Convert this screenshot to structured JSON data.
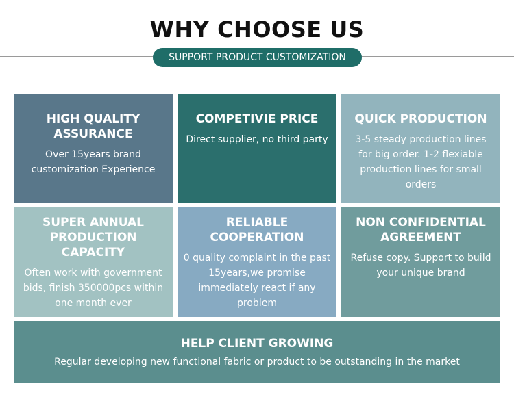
{
  "header": {
    "title": "WHY CHOOSE US",
    "subtitle": "SUPPORT PRODUCT CUSTOMIZATION"
  },
  "cards": [
    {
      "title": "HIGH QUALITY ASSURANCE",
      "text": "Over 15years brand customization Experience"
    },
    {
      "title": "COMPETIVIE PRICE",
      "text": "Direct supplier, no third party"
    },
    {
      "title": "QUICK PRODUCTION",
      "text": "3-5 steady production lines for big order. 1-2 flexiable production lines for small orders"
    },
    {
      "title": "SUPER ANNUAL PRODUCTION CAPACITY",
      "text": "Often work with government bids, finish 350000pcs within one month ever"
    },
    {
      "title": "RELIABLE COOPERATION",
      "text": "0 quality complaint in the past 15years,we promise immediately react if any problem"
    },
    {
      "title": "NON CONFIDENTIAL AGREEMENT",
      "text": "Refuse copy. Support to build your unique brand"
    },
    {
      "title": "HELP CLIENT GROWING",
      "text": "Regular developing new functional fabric or product to be outstanding in the market"
    }
  ],
  "colors": {
    "accent": "#1f6d68",
    "card_1": "#59778a",
    "card_2": "#2b6f6d",
    "card_3": "#92b4bd",
    "card_4": "#a2c2c2",
    "card_5": "#87aac2",
    "card_6": "#709c9d",
    "card_7": "#5b8e8e"
  }
}
